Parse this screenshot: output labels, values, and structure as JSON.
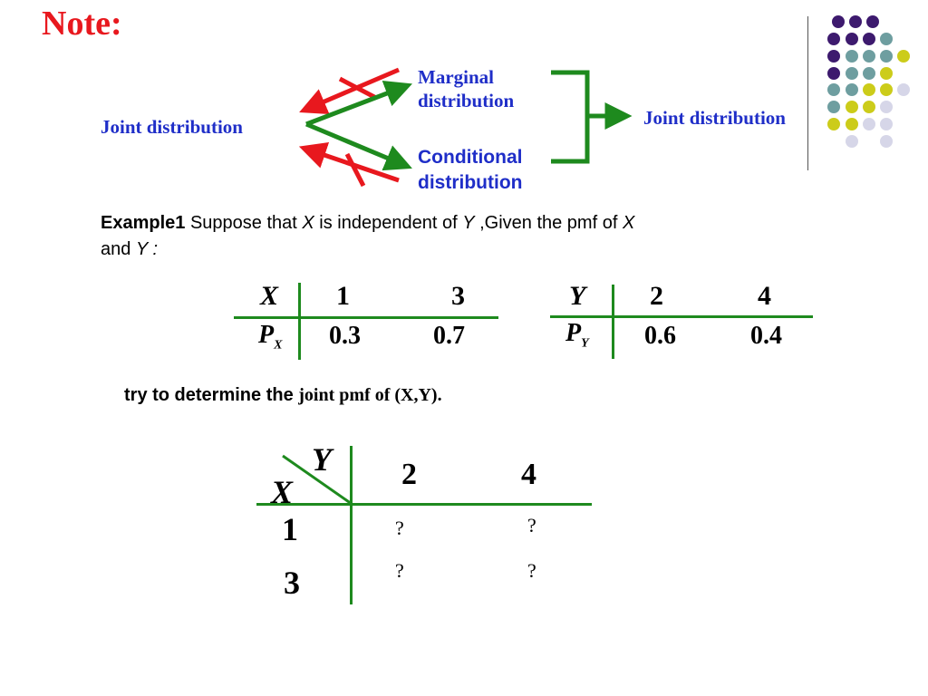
{
  "title": "Note:",
  "diagram": {
    "left_label": "Joint distribution",
    "marginal_line1": "Marginal",
    "marginal_line2": "distribution",
    "conditional_line1": "Conditional",
    "conditional_line2": "distribution",
    "right_label": "Joint distribution"
  },
  "example": {
    "bold": "Example1",
    "t1": " Suppose that ",
    "x1": "X",
    "t2": " is independent of ",
    "y1": "Y",
    "t3": " ,Given the pmf of  ",
    "x2": "X",
    "t4": "and ",
    "y2": "Y",
    "t5": "  :"
  },
  "table_x": {
    "var": "X",
    "values": [
      "1",
      "3"
    ],
    "p_main": "P",
    "p_sub": "X",
    "probs": [
      "0.3",
      "0.7"
    ]
  },
  "table_y": {
    "var": "Y",
    "values": [
      "2",
      "4"
    ],
    "p_main": "P",
    "p_sub": "Y",
    "probs": [
      "0.6",
      "0.4"
    ]
  },
  "prompt": {
    "sans": "try to determine the ",
    "serif": "joint pmf of (X,Y)."
  },
  "joint_table": {
    "col_var": "Y",
    "row_var": "X",
    "cols": [
      "2",
      "4"
    ],
    "rows": [
      "1",
      "3"
    ],
    "cells": [
      [
        "?",
        "?"
      ],
      [
        "?",
        "?"
      ]
    ]
  },
  "colors": {
    "title": "#e8181e",
    "blue_text": "#1f2ec8",
    "green": "#1e8a1e",
    "red": "#e8181e",
    "deco_purple": "#3d1a6e",
    "deco_teal": "#6e9ea0",
    "deco_yellow": "#cccc1a",
    "deco_lavender": "#d6d6e8"
  }
}
